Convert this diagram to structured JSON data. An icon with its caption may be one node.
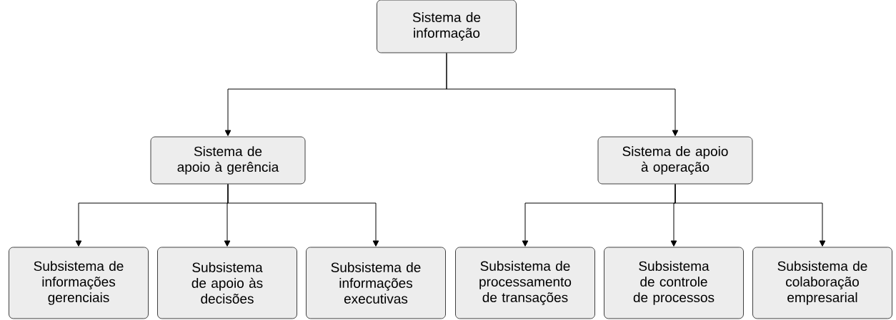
{
  "diagram": {
    "nodes": [
      {
        "text": [
          "Sistema de informação"
        ]
      },
      {
        "text": [
          "Sistema de apoio à gerência"
        ]
      },
      {
        "text": [
          "Sistema de apoio à operação"
        ]
      },
      {
        "text": [
          "Subsistema de informações gerenciais"
        ]
      },
      {
        "text": [
          "Subsistema de apoio às decisões"
        ]
      },
      {
        "text": [
          "Subsistema de informações executivas"
        ]
      },
      {
        "text": [
          "Subsistema de processamento de transações"
        ]
      },
      {
        "text": [
          "Subsistema de controle de processos"
        ]
      },
      {
        "text": [
          "Subsistema de colaboração empresarial"
        ]
      }
    ],
    "edges": [
      {
        "from": 0,
        "to": 1,
        "arrow": "to"
      },
      {
        "from": 0,
        "to": 2,
        "arrow": "to"
      },
      {
        "from": 1,
        "to": 3,
        "arrow": "to"
      },
      {
        "from": 1,
        "to": 4,
        "arrow": "to"
      },
      {
        "from": 1,
        "to": 5,
        "arrow": "to"
      },
      {
        "from": 2,
        "to": 6,
        "arrow": "to"
      },
      {
        "from": 2,
        "to": 7,
        "arrow": "to"
      },
      {
        "from": 2,
        "to": 8,
        "arrow": "to"
      }
    ]
  }
}
